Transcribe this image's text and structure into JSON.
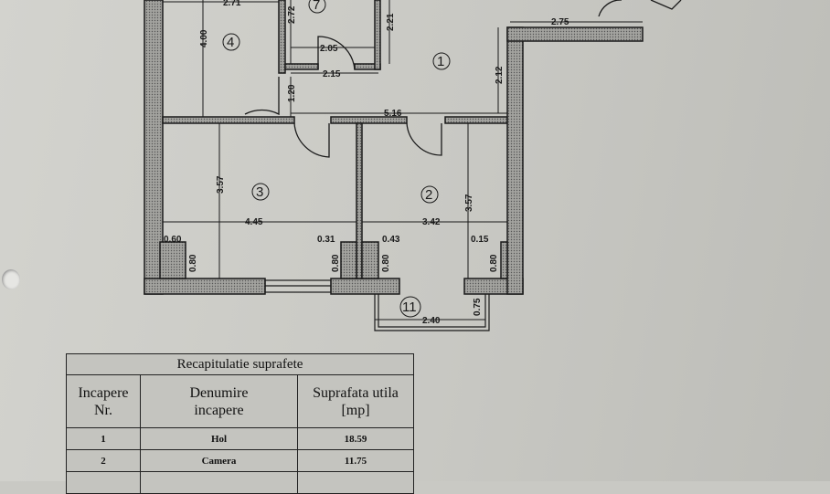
{
  "floor_plan": {
    "room_numbers": {
      "hol": "1",
      "camera_2": "2",
      "camera_3": "3",
      "room_4": "4",
      "room_7": "7",
      "balcony": "11"
    },
    "dimensions": {
      "room4_top": "2.71",
      "room4_height": "4.00",
      "room7_height": "2.72",
      "room7_width": "2.05",
      "hol_depth": "2.21",
      "corridor": "2.15",
      "door_gap": "1.20",
      "hol_width": "5.16",
      "hol_right": "2.12",
      "top_right": "2.75",
      "room3_height": "3.57",
      "room3_width": "4.45",
      "room2_width": "3.42",
      "room2_height": "3.57",
      "niche_left": "0.60",
      "niche_mid_l": "0.31",
      "niche_mid_r": "0.43",
      "niche_right": "0.15",
      "niche_depth": "0.80",
      "balcony_width": "2.40",
      "balcony_depth": "0.75"
    }
  },
  "summary_table": {
    "title": "Recapitulatie suprafete",
    "headers": [
      "Incapere Nr.",
      "Denumire incapere",
      "Suprafata utila [mp]"
    ],
    "header_lines": [
      [
        "Incapere",
        "Nr."
      ],
      [
        "Denumire",
        "incapere"
      ],
      [
        "Suprafata utila",
        "[mp]"
      ]
    ],
    "rows": [
      {
        "nr": "1",
        "name": "Hol",
        "area": "18.59"
      },
      {
        "nr": "2",
        "name": "Camera",
        "area": "11.75"
      }
    ]
  },
  "colors": {
    "wall_fill": "#9a9a96",
    "line": "#1a1a1a",
    "paper": "#cfcfca"
  }
}
